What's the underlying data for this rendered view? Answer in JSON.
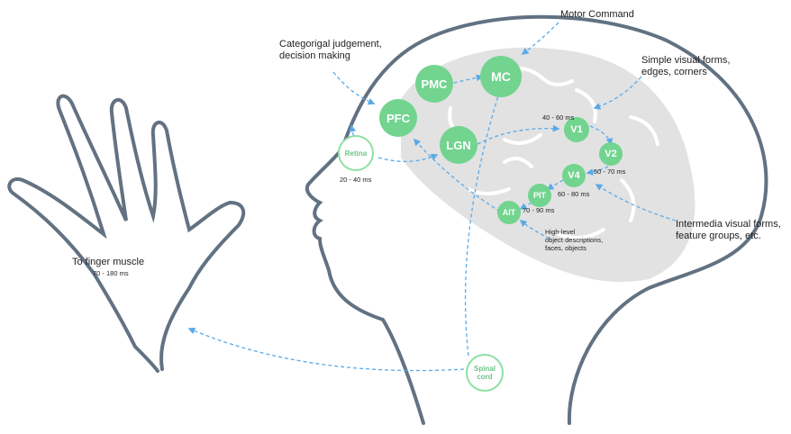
{
  "labels": {
    "motor_command": "Motor Command",
    "categorical": "Categorigal judgement,",
    "categorical2": "decision making",
    "simple": "Simple visual forms,",
    "simple2": "edges, corners",
    "intermediate": "Intermedia visual forms,",
    "intermediate2": "feature groups, etc.",
    "high_level": "High-level",
    "high_level2": "object descriptions,",
    "high_level3": "faces, objects",
    "finger": "To finger muscle",
    "finger_time": "70 - 180 ms",
    "retina_time": "20 - 40 ms",
    "v1_time": "40 - 60 ms",
    "v2_time": "50 - 70 ms",
    "v4_time": "60 - 80 ms",
    "pit_time": "70 - 90 ms"
  },
  "nodes": {
    "pmc": "PMC",
    "mc": "MC",
    "pfc": "PFC",
    "lgn": "LGN",
    "v1": "V1",
    "v2": "V2",
    "v4": "V4",
    "pit": "PIT",
    "ait": "AIT",
    "retina": "Retina",
    "spinal": "Spinal cord"
  },
  "colors": {
    "node": "#72d48f",
    "outline": "#627282",
    "brain": "#e2e2e2",
    "arrow": "#5aaae8"
  }
}
